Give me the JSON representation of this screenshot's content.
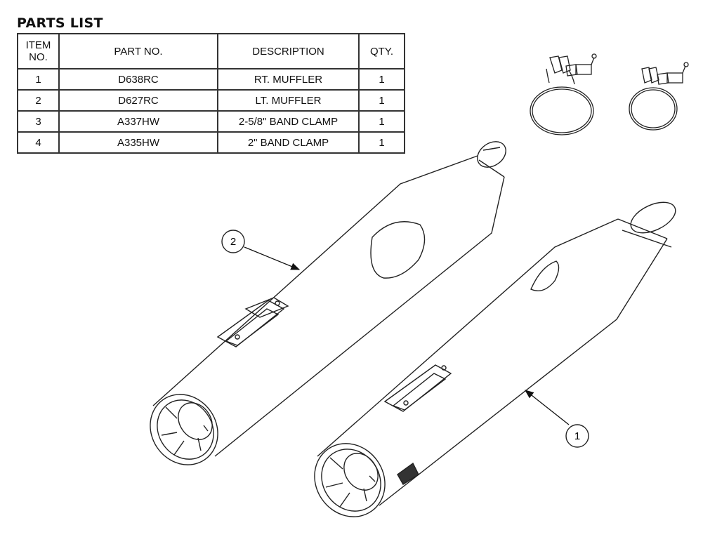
{
  "title": "PARTS LIST",
  "table": {
    "headers": [
      "ITEM NO.",
      "PART NO.",
      "DESCRIPTION",
      "QTY."
    ],
    "rows": [
      [
        "1",
        "D638RC",
        "RT. MUFFLER",
        "1"
      ],
      [
        "2",
        "D627RC",
        "LT. MUFFLER",
        "1"
      ],
      [
        "3",
        "A337HW",
        "2-5/8\" BAND CLAMP",
        "1"
      ],
      [
        "4",
        "A335HW",
        "2\" BAND CLAMP",
        "1"
      ]
    ]
  },
  "callouts": {
    "left_muffler": "2",
    "right_muffler": "1"
  }
}
